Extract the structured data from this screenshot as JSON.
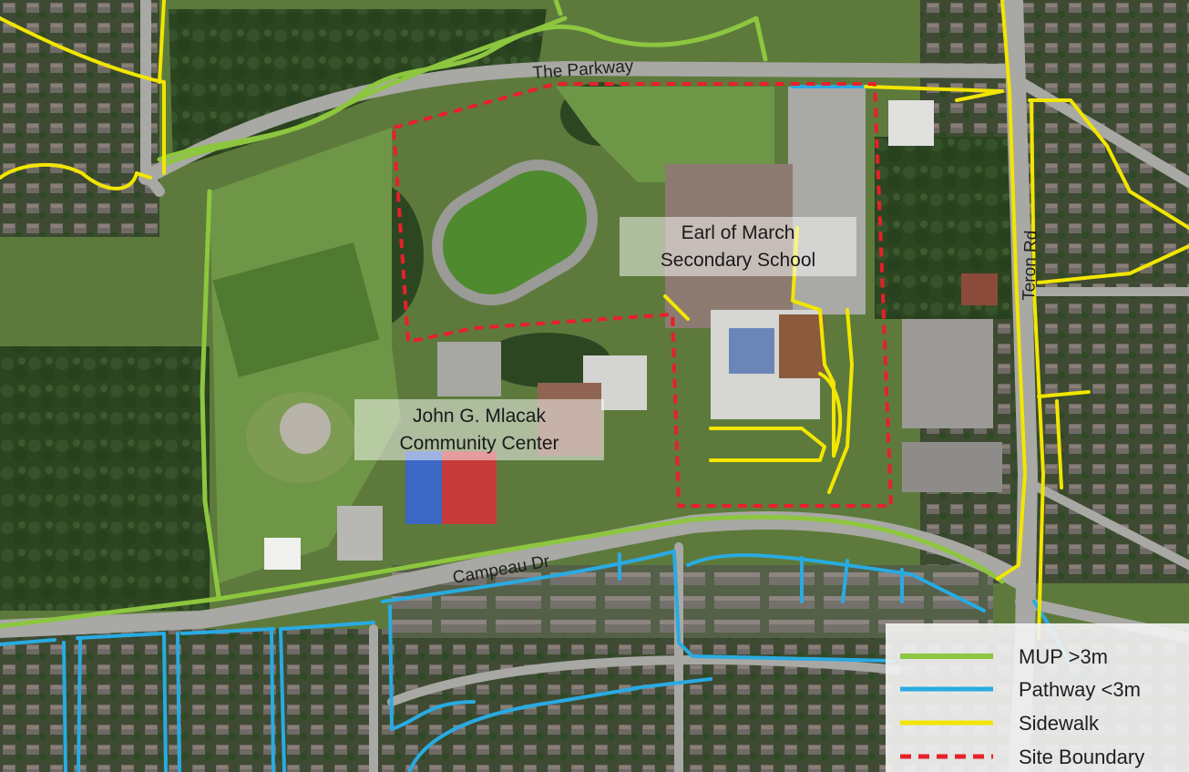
{
  "colors": {
    "mup": "#8dc63f",
    "pathway": "#29abe2",
    "sidewalk": "#f2e600",
    "site_boundary": "#e8202a",
    "legend_bg": "#f2f2f2",
    "vegetation": "#2f4a22",
    "field": "#6f9a45"
  },
  "labels": {
    "the_parkway": "The Parkway",
    "teron_rd": "Teron Rd",
    "campeau_dr": "Campeau Dr",
    "school_line1": "Earl of March",
    "school_line2": "Secondary School",
    "community_line1": "John G. Mlacak",
    "community_line2": "Community Center"
  },
  "legend": {
    "items": [
      {
        "label": "MUP >3m",
        "style": "solid",
        "color_key": "mup"
      },
      {
        "label": "Pathway <3m",
        "style": "solid",
        "color_key": "pathway"
      },
      {
        "label": "Sidewalk",
        "style": "solid",
        "color_key": "sidewalk"
      },
      {
        "label": "Site Boundary",
        "style": "dashed",
        "color_key": "site_boundary"
      }
    ]
  }
}
